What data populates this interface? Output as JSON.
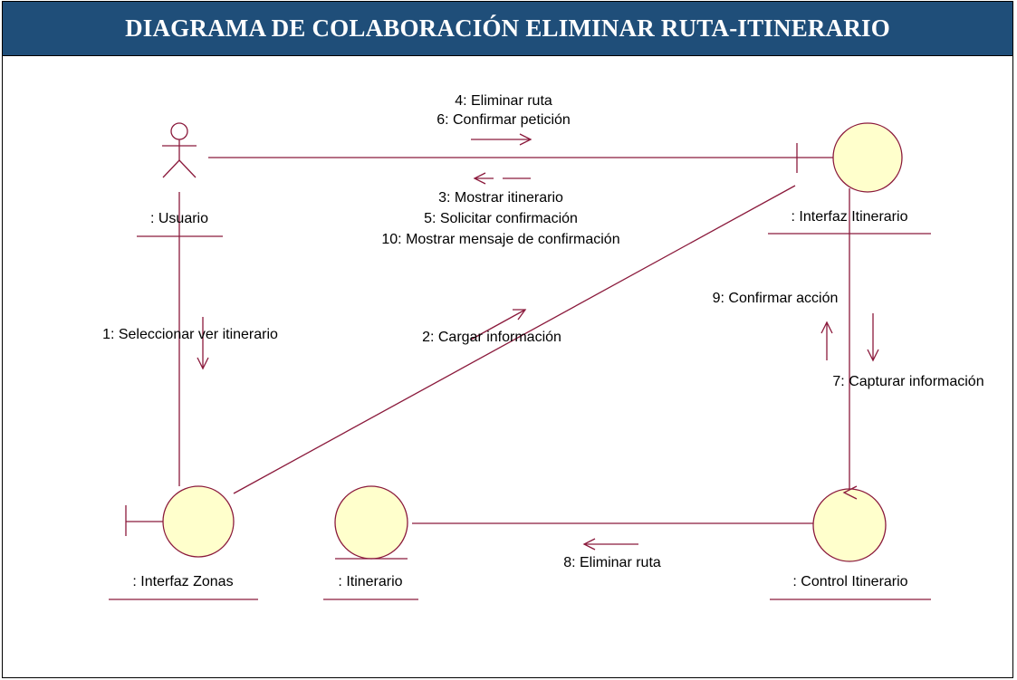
{
  "title": "DIAGRAMA DE COLABORACIÓN ELIMINAR RUTA-ITINERARIO",
  "colors": {
    "header_bg": "#1f4e79",
    "header_text": "#ffffff",
    "line": "#8b1a3c",
    "node_fill": "#ffffcc"
  },
  "objects": {
    "usuario": {
      "label": ": Usuario",
      "icon": "actor-icon"
    },
    "interfaz_itinerario": {
      "label": ": Interfaz Itinerario",
      "icon": "boundary-icon"
    },
    "interfaz_zonas": {
      "label": ": Interfaz Zonas",
      "icon": "boundary-icon"
    },
    "itinerario": {
      "label": ": Itinerario",
      "icon": "entity-icon"
    },
    "control_itinerario": {
      "label": ": Control Itinerario",
      "icon": "control-icon"
    }
  },
  "messages": {
    "m4": "4: Eliminar ruta",
    "m6": "6: Confirmar petición",
    "m3": "3: Mostrar itinerario",
    "m5": "5: Solicitar confirmación",
    "m10": "10: Mostrar mensaje de confirmación",
    "m1": "1: Seleccionar ver itinerario",
    "m2": "2: Cargar información",
    "m9": "9: Confirmar acción",
    "m7": "7: Capturar información",
    "m8": "8: Eliminar ruta"
  }
}
